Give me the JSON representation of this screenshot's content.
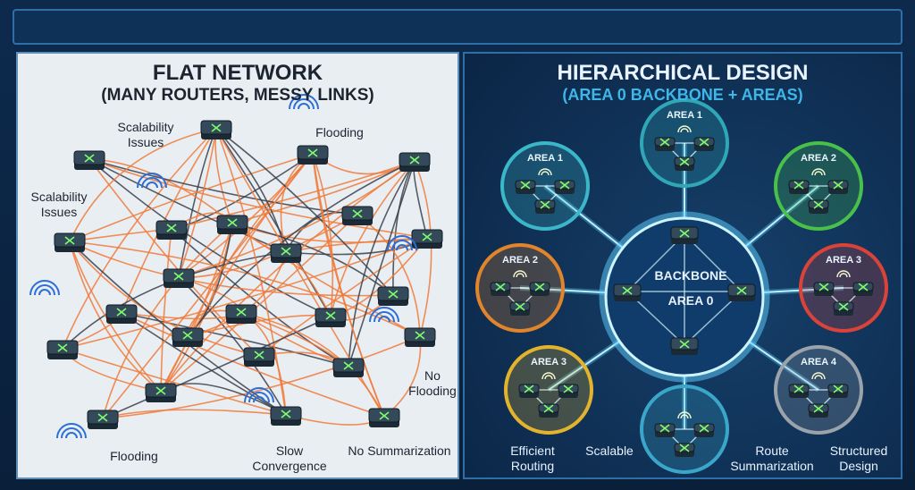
{
  "flat": {
    "title": "FLAT NETWORK",
    "subtitle": "(MANY ROUTERS, MESSY LINKS)",
    "labels": {
      "scalability_top": "Scalability Issues",
      "flooding_top": "Flooding",
      "scalability_left": "Scalability Issues",
      "no_flooding": "No Flooding",
      "flooding_bottom": "Flooding",
      "slow_convergence": "Slow Convergence",
      "no_summarization": "No Summarization"
    }
  },
  "hier": {
    "title": "HIERARCHICAL DESIGN",
    "subtitle": "(AREA 0 BACKBONE + AREAS)",
    "backbone_label": "BACKBONE",
    "backbone_area": "AREA 0",
    "areas": [
      {
        "label": "AREA 1",
        "color": "#3bb7c9"
      },
      {
        "label": "AREA 1",
        "color": "#2fa7b6"
      },
      {
        "label": "AREA 2",
        "color": "#49c04a"
      },
      {
        "label": "AREA 2",
        "color": "#e0852c"
      },
      {
        "label": "AREA 3",
        "color": "#d9433a"
      },
      {
        "label": "AREA 3",
        "color": "#e2b32c"
      },
      {
        "label": "",
        "color": "#3aa6c9"
      },
      {
        "label": "AREA 4",
        "color": "#9aa3ab"
      }
    ],
    "benefits": {
      "efficient_routing": "Efficient Routing",
      "scalable": "Scalable",
      "route_summarization": "Route Summarization",
      "structured_design": "Structured Design"
    }
  },
  "colors": {
    "messy_link": "#f07a3a",
    "dark_link": "#3a3f4a",
    "glow": "#5fd0ff"
  }
}
